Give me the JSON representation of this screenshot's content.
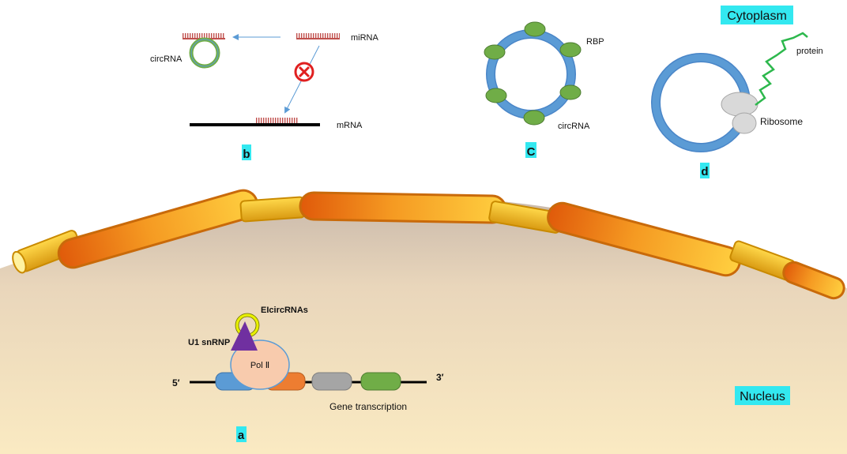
{
  "panels": {
    "b": {
      "letter": "b",
      "circ_label": "circRNA",
      "mirna_label": "miRNA",
      "mrna_label": "mRNA",
      "block_icon": "blocked-x-icon"
    },
    "c": {
      "letter": "C",
      "rbp_label": "RBP",
      "circ_label": "circRNA"
    },
    "d": {
      "letter": "d",
      "region_label": "Cytoplasm",
      "protein_label": "protein",
      "ribosome_label": "Ribosome"
    },
    "a": {
      "letter": "a",
      "region_label": "Nucleus",
      "eicirc_label": "EIcircRNAs",
      "u1_label": "U1 snRNP",
      "pol_label": "Pol Ⅱ",
      "five_prime": "5′",
      "three_prime": "3′",
      "transcription_label": "Gene transcription"
    }
  },
  "colors": {
    "highlight": "#33e8f0",
    "circ_blue": "#5b9bd5",
    "rbp_green": "#70ad47",
    "mirna_red": "#c0504d",
    "block_red": "#e02020",
    "arrow_blue": "#5b9bd5",
    "protein_green": "#2db84d",
    "ribosome_gray": "#d9d9d9",
    "pol_peach": "#f8cbad",
    "u1_purple": "#7030a0",
    "eicirc_yellow": "#e8f000",
    "exon_blue": "#5b9bd5",
    "exon_orange": "#ed7d31",
    "exon_gray": "#a5a5a5",
    "exon_green": "#70ad47",
    "membrane_orange": "#e36c09",
    "membrane_yellow": "#ffc000",
    "nucleus_fill": "#f8e4b8",
    "nucleus_top": "#c6b7a8"
  }
}
